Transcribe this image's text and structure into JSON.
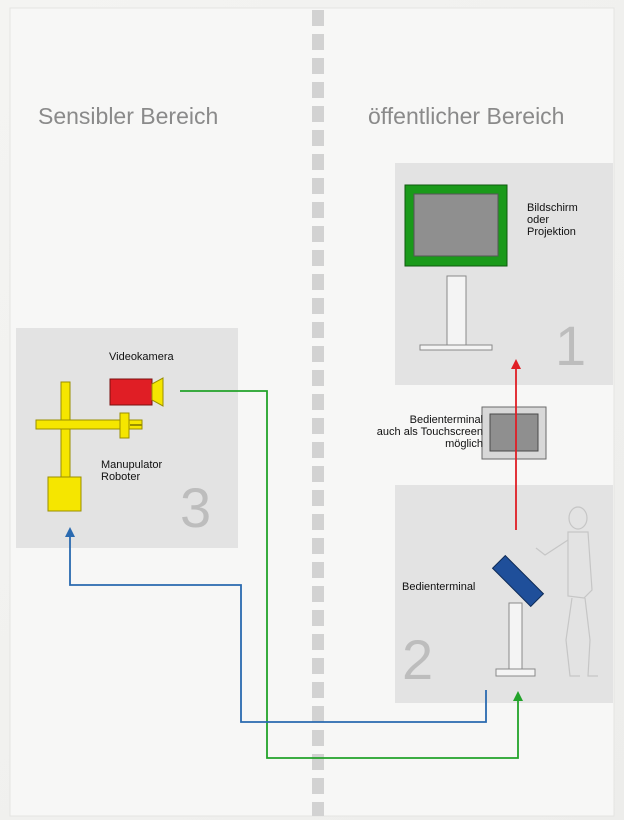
{
  "headings": {
    "left": "Sensibler Bereich",
    "right": "öffentlicher Bereich"
  },
  "zones": {
    "zone3": {
      "number": "3",
      "camera_label": "Videokamera",
      "robot_label_line1": "Manupulator",
      "robot_label_line2": "Roboter"
    },
    "zone1": {
      "number": "1",
      "screen_label_line1": "Bildschirm",
      "screen_label_line2": "oder",
      "screen_label_line3": "Projektion"
    },
    "zone2": {
      "number": "2",
      "terminal_label": "Bedienterminal"
    },
    "middle_terminal": {
      "label_line1": "Bedienterminal",
      "label_line2": "auch als Touchscreen",
      "label_line3": "möglich"
    }
  },
  "colors": {
    "background": "#f2f2f0",
    "zone_fill": "#e2e2e2",
    "divider": "#d0d0d0",
    "robot_yellow": "#f5e600",
    "camera_red": "#e01e25",
    "screen_green": "#1a9a1a",
    "screen_gray": "#8f8f8f",
    "tilted_terminal_blue": "#1f4f9a",
    "arrow_red": "#e01e25",
    "arrow_green": "#22a32a",
    "arrow_blue": "#2a6ab0"
  },
  "icons": [
    "video-camera-icon",
    "robot-arm-icon",
    "monitor-icon",
    "terminal-icon",
    "person-figure-icon"
  ]
}
